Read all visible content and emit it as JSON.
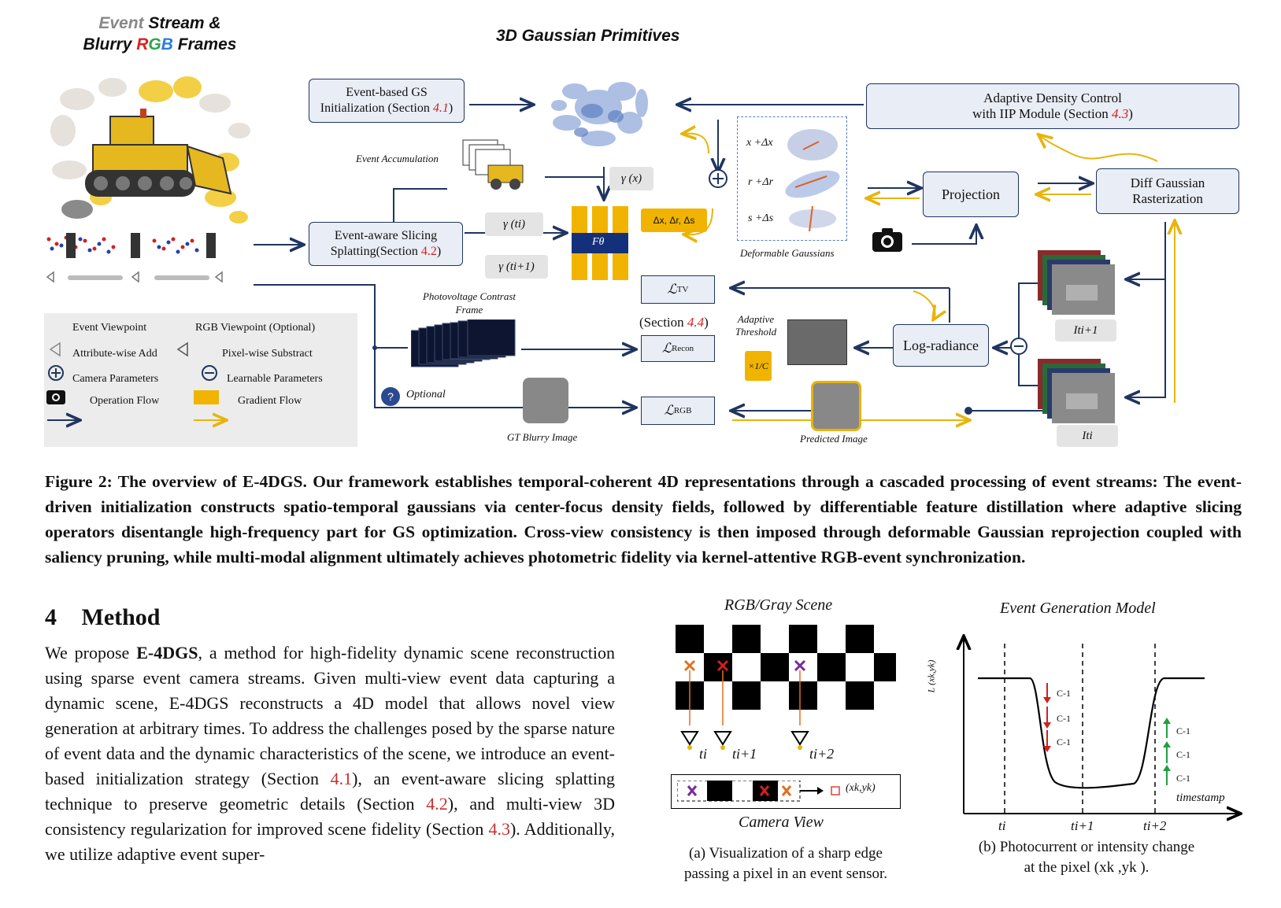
{
  "diagram": {
    "title_event_line1_a": "Event",
    "title_event_line1_b": " Stream &",
    "title_event_line2_a": "Blurry ",
    "title_event_line2_r": "R",
    "title_event_line2_g": "G",
    "title_event_line2_b": "B",
    "title_event_line2_c": " Frames",
    "title_gaussian": "3D Gaussian Primitives",
    "init_box_line1": "Event-based  GS",
    "init_box_line2": "Initialization (Section ",
    "init_box_ref": "4.1",
    "init_box_end": ")",
    "slicing_line1": "Event-aware Slicing",
    "slicing_line2": "Splatting(Section ",
    "slicing_ref": "4.2",
    "slicing_end": ")",
    "adaptive_line1": "Adaptive Density Control",
    "adaptive_line2": "with IIP Module (Section ",
    "adaptive_ref": "4.3",
    "adaptive_end": ")",
    "projection": "Projection",
    "rasterization_line1": "Diff Gaussian",
    "rasterization_line2": "Rasterization",
    "event_accumulation": "Event Accumulation",
    "gamma_x": "γ (x)",
    "gamma_ti": "γ (ti)",
    "gamma_ti1": "γ (ti+1)",
    "f_theta": "Fθ",
    "delta_box": "Δx, Δr, Δs",
    "deform_x": "x +Δx",
    "deform_r": "r +Δr",
    "deform_s": "s +Δs",
    "deformable_label": "Deformable Gaussians",
    "photovoltage_line1": "Photovoltage Contrast",
    "photovoltage_line2": "Frame",
    "loss_tv": "TV",
    "loss_recon": "Recon",
    "loss_rgb": "RGB",
    "section_44_a": "(Section ",
    "section_44_ref": "4.4",
    "section_44_b": ")",
    "adaptive_threshold_line1": "Adaptive",
    "adaptive_threshold_line2": "Threshold",
    "log_radiance": "Log-radiance",
    "i_ti1": "Iti+1",
    "i_ti": "Iti",
    "optional": "Optional",
    "gt_blurry": "GT Blurry Image",
    "predicted": "Predicted Image",
    "legend": [
      {
        "label": "Event Viewpoint"
      },
      {
        "label": "RGB Viewpoint (Optional)"
      },
      {
        "label": "Attribute-wise Add"
      },
      {
        "label": "Pixel-wise Substract"
      },
      {
        "label": "Camera Parameters"
      },
      {
        "label": "Learnable Parameters"
      },
      {
        "label": "Operation Flow"
      },
      {
        "label": "Gradient Flow"
      }
    ]
  },
  "caption": "Figure 2: The overview of E-4DGS. Our framework establishes temporal-coherent 4D representations through a cascaded processing of event streams: The event-driven initialization constructs spatio-temporal gaussians via center-focus density fields, followed by differentiable feature distillation where adaptive slicing operators disentangle high-frequency part for GS optimization. Cross-view consistency is then imposed through deformable Gaussian reprojection coupled with saliency pruning, while multi-modal alignment ultimately achieves photometric fidelity via kernel-attentive RGB-event synchronization.",
  "section": {
    "number": "4",
    "title": "Method"
  },
  "body": {
    "p1": "We propose ",
    "bold": "E-4DGS",
    "p2": ", a method for high-fidelity dynamic scene reconstruction using sparse event camera streams. Given multi-view event data capturing a dynamic scene, E-4DGS reconstructs a 4D model that allows novel view generation at arbitrary times. To address the challenges posed by the sparse nature of event data and the dynamic characteristics of the scene, we introduce an event-based initialization strategy (Section ",
    "r1": "4.1",
    "p3": "), an event-aware slicing splatting technique to preserve geometric details (Section ",
    "r2": "4.2",
    "p4": "), and multi-view 3D consistency regularization for improved scene fidelity (Section ",
    "r3": "4.3",
    "p5": "). Additionally, we utilize adaptive event super-"
  },
  "figure_a": {
    "title": "RGB/Gray Scene",
    "t0": "ti",
    "t1": "ti+1",
    "t2": "ti+2",
    "pixel_label": "(xk,yk)",
    "camera_view": "Camera View",
    "caption_line1": "(a)  Visualization of a sharp edge",
    "caption_line2": "passing a pixel in an event sensor."
  },
  "figure_b": {
    "title": "Event Generation Model",
    "ylabel": "L (xk,yk)",
    "xlabel": "timestamp",
    "c_label": "C-1",
    "t0": "ti",
    "t1": "ti+1",
    "t2": "ti+2",
    "caption_line1": "(b)   Photocurrent or intensity change",
    "caption_line2": "at the pixel (xk ,yk )."
  }
}
